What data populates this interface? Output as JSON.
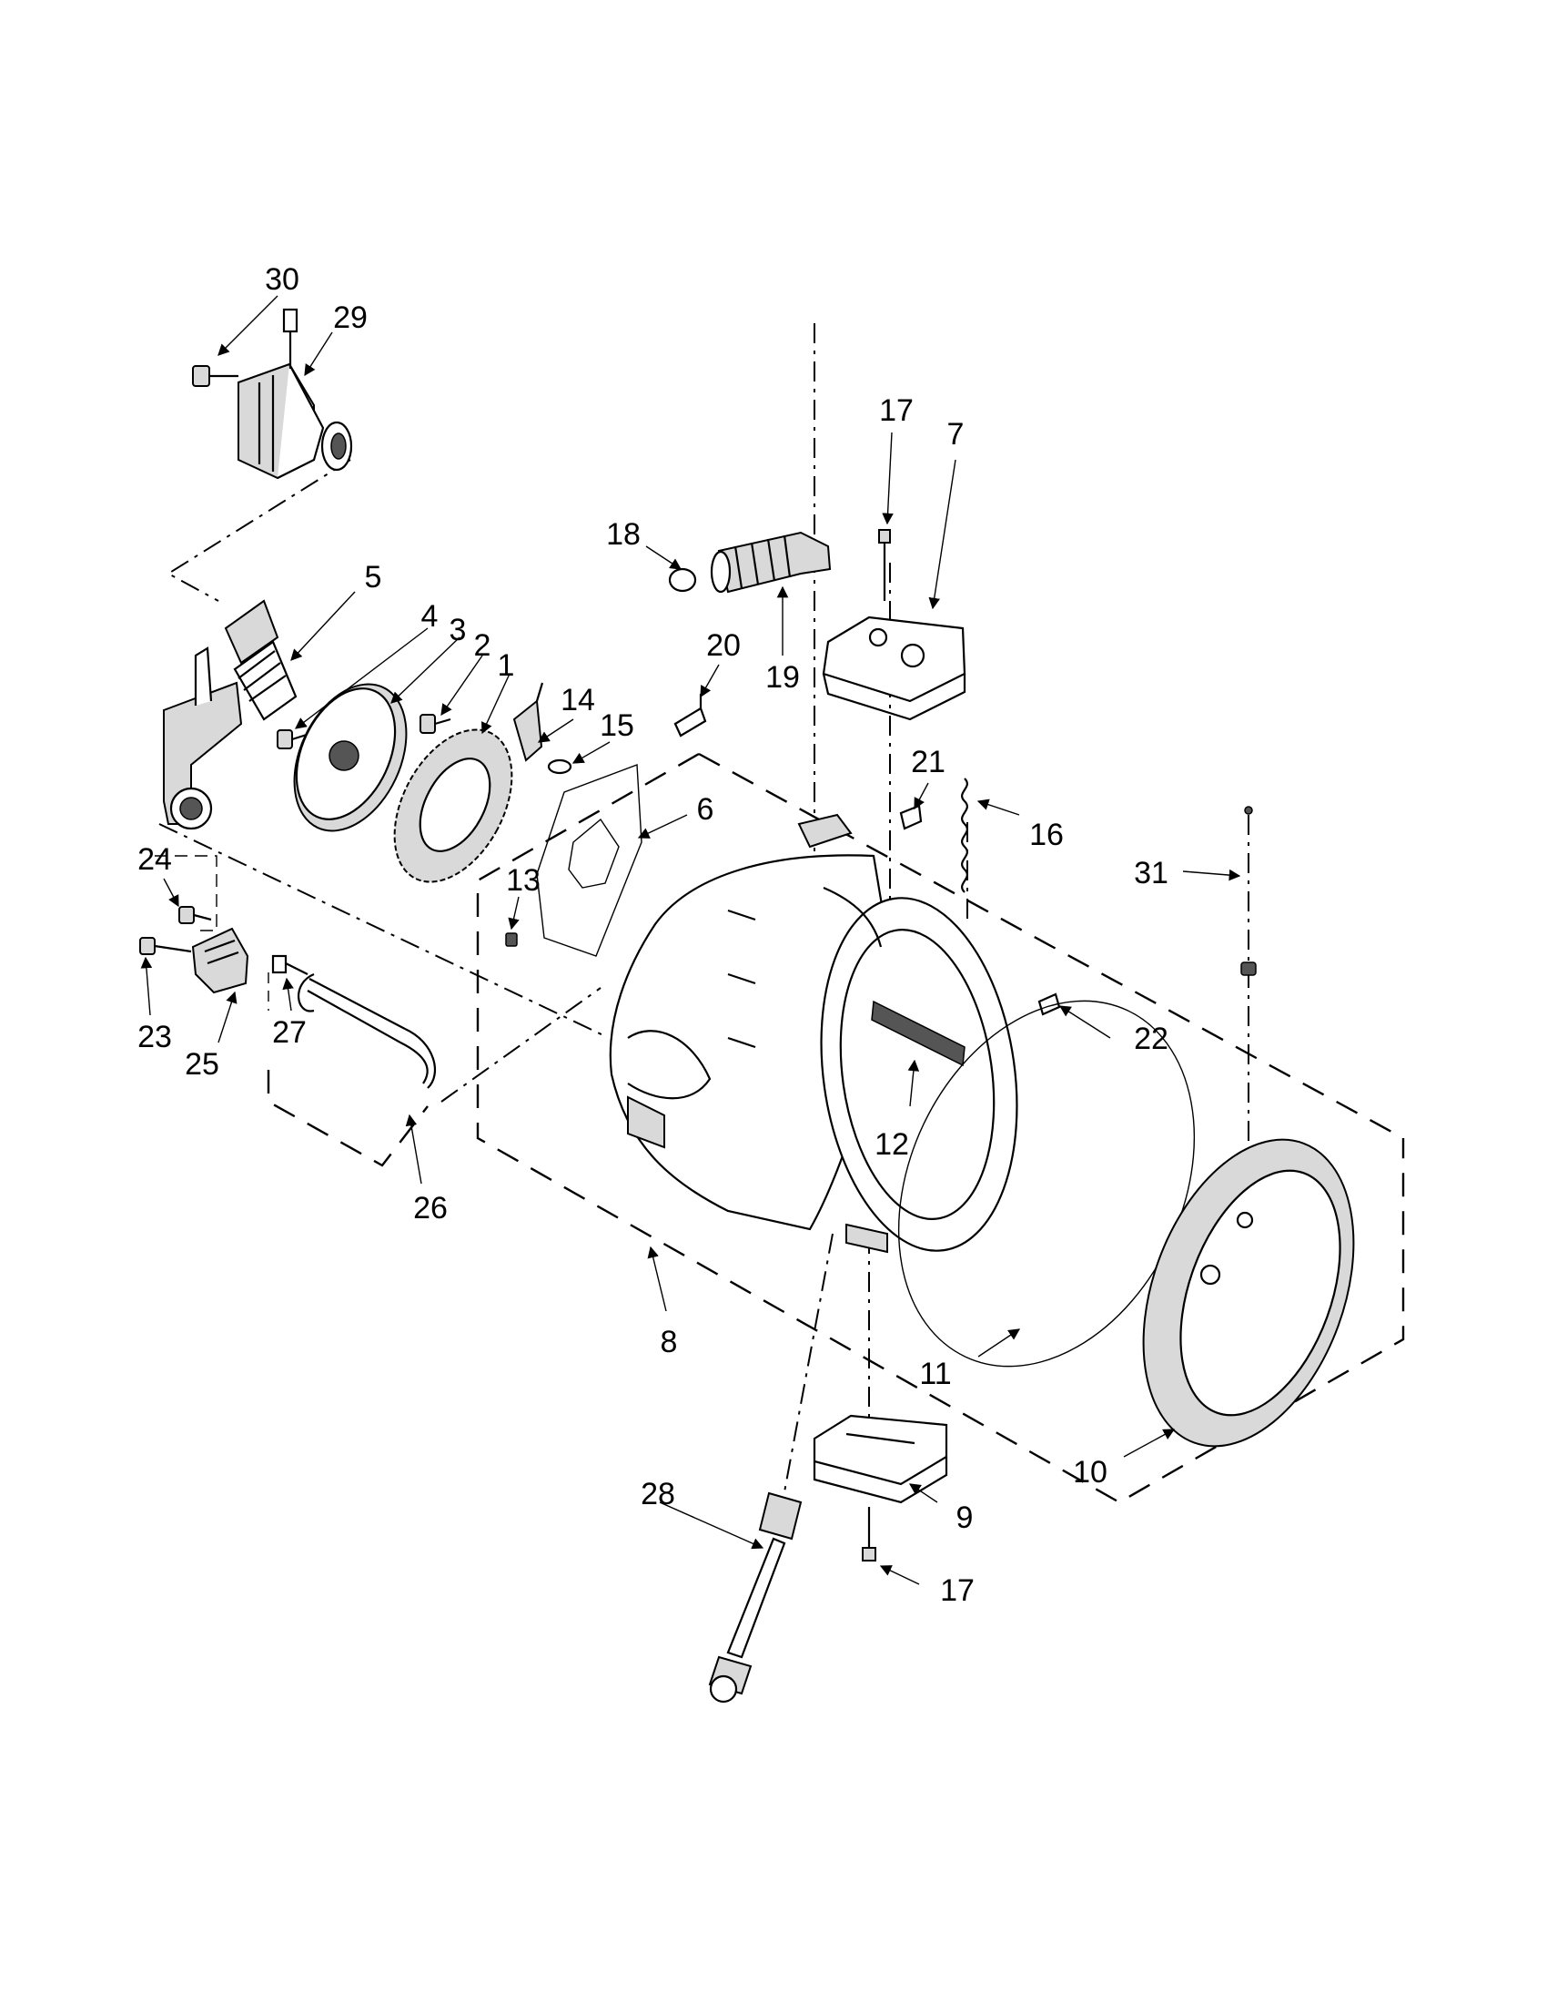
{
  "callouts": [
    {
      "id": "c1",
      "text": "1"
    },
    {
      "id": "c2",
      "text": "2"
    },
    {
      "id": "c3",
      "text": "3"
    },
    {
      "id": "c4",
      "text": "4"
    },
    {
      "id": "c5",
      "text": "5"
    },
    {
      "id": "c6",
      "text": "6"
    },
    {
      "id": "c7",
      "text": "7"
    },
    {
      "id": "c8",
      "text": "8"
    },
    {
      "id": "c9",
      "text": "9"
    },
    {
      "id": "c10",
      "text": "10"
    },
    {
      "id": "c11",
      "text": "11"
    },
    {
      "id": "c12",
      "text": "12"
    },
    {
      "id": "c13",
      "text": "13"
    },
    {
      "id": "c14",
      "text": "14"
    },
    {
      "id": "c15",
      "text": "15"
    },
    {
      "id": "c16",
      "text": "16"
    },
    {
      "id": "c17a",
      "text": "17"
    },
    {
      "id": "c17b",
      "text": "17"
    },
    {
      "id": "c18",
      "text": "18"
    },
    {
      "id": "c19",
      "text": "19"
    },
    {
      "id": "c20",
      "text": "20"
    },
    {
      "id": "c21",
      "text": "21"
    },
    {
      "id": "c22",
      "text": "22"
    },
    {
      "id": "c23",
      "text": "23"
    },
    {
      "id": "c24",
      "text": "24"
    },
    {
      "id": "c25",
      "text": "25"
    },
    {
      "id": "c26",
      "text": "26"
    },
    {
      "id": "c27",
      "text": "27"
    },
    {
      "id": "c28",
      "text": "28"
    },
    {
      "id": "c29",
      "text": "29"
    },
    {
      "id": "c30",
      "text": "30"
    },
    {
      "id": "c31",
      "text": "31"
    }
  ]
}
